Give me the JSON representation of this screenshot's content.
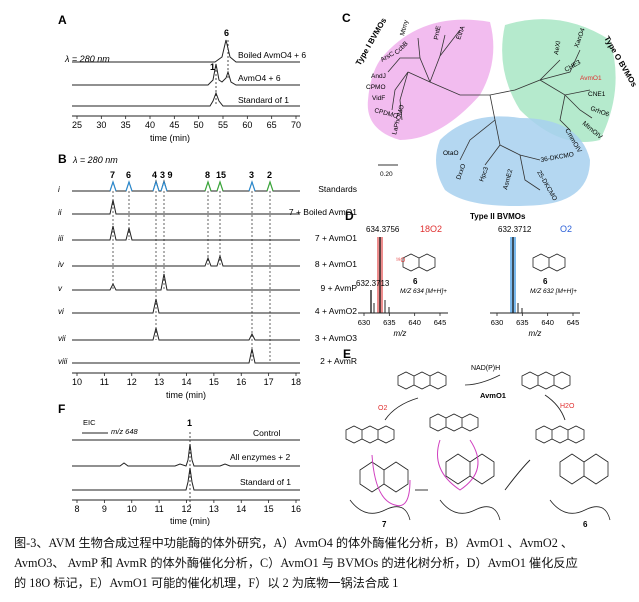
{
  "panelA": {
    "letter": "A",
    "wavelength_label": "λ = 280 nm",
    "peak_label": "6",
    "trace_labels": [
      "Boiled AvmO4 + 6",
      "AvmO4 + 6",
      "Standard of 1"
    ],
    "peak1_label": "1",
    "ticks": [
      "25",
      "30",
      "35",
      "40",
      "45",
      "50",
      "55",
      "60",
      "65",
      "70"
    ],
    "xlabel": "time (min)"
  },
  "panelB": {
    "letter": "B",
    "wavelength_label": "λ = 280 nm",
    "peak_labels": [
      "7",
      "6",
      "4",
      "3 9",
      "8",
      "15",
      "3",
      "2"
    ],
    "roman": [
      "i",
      "ii",
      "iii",
      "iv",
      "v",
      "vi",
      "vii",
      "viii"
    ],
    "trace_labels": [
      "Standards",
      "7 + Boiled AvmO1",
      "7 + AvmO1",
      "8 + AvmO1",
      "9 + AvmP",
      "4 + AvmO2",
      "3 + AvmO3",
      "2 + AvmR"
    ],
    "ticks": [
      "10",
      "11",
      "12",
      "13",
      "14",
      "15",
      "16",
      "17",
      "18"
    ],
    "xlabel": "time (min)"
  },
  "panelC": {
    "letter": "C",
    "type1": "Type I BVMOs",
    "type2": "Type II BVMOs",
    "typeO": "Type O BVMOs",
    "scale": "0.20",
    "leaves1": [
      "Mtmy",
      "PntE",
      "EthA",
      "ArsC",
      "CcbB",
      "AndJ",
      "CPMO",
      "VidF",
      "CPDMO",
      "LaPhOMO"
    ],
    "leaves2": [
      "OtaO",
      "DxxO",
      "Hpc3",
      "AsmE2",
      "36-DKCMO",
      "25-DKCMO"
    ],
    "leavesO": [
      "AeXl",
      "XanO4",
      "CHE3",
      "AvmO1",
      "CNE1",
      "GrhO6",
      "MtmOIV",
      "CmmOIV"
    ]
  },
  "panelD": {
    "letter": "D",
    "left": {
      "peak1": "634.3756",
      "peak2": "632.3713",
      "iso": "18O2",
      "compound": "6",
      "mz": "M/Z 634 [M+H]+"
    },
    "right": {
      "peak1": "632.3712",
      "iso": "O2",
      "compound": "6",
      "mz": "M/Z 632 [M+H]+"
    },
    "ticks_left": [
      "630",
      "635",
      "640",
      "645"
    ],
    "ticks_right": [
      "630",
      "635",
      "640",
      "645"
    ],
    "xlabel": "m/z"
  },
  "panelE": {
    "letter": "E",
    "cofactor": "NAD(P)H",
    "enzyme": "AvmO1",
    "o2": "O2",
    "h2o": "H2O",
    "compound_left": "7",
    "compound_right": "6"
  },
  "panelF": {
    "letter": "F",
    "eic": "EIC",
    "mz": "m/z 648",
    "peak_label": "1",
    "trace_labels": [
      "Control",
      "All enzymes + 2",
      "Standard of 1"
    ],
    "ticks": [
      "8",
      "9",
      "10",
      "11",
      "12",
      "13",
      "14",
      "15",
      "16"
    ],
    "xlabel": "time (min)"
  },
  "caption": {
    "line1": "图-3、AVM 生物合成过程中功能酶的体外研究，A）AvmO4 的体外酶催化分析，B）AvmO1 、AvmO2 、",
    "line2": "AvmO3、 AvmP 和 AvmR 的体外酶催化分析，C）AvmO1 与 BVMOs 的进化树分析，D）AvmO1 催化反应",
    "line3": "的 18O 标记，E）AvmO1 可能的催化机理，F）以 2 为底物一锅法合成 1"
  },
  "colors": {
    "pink": "#f0b0ec",
    "green": "#a8e6c4",
    "blue": "#a7d0ef",
    "red": "#e03030",
    "cyan": "#2a8fd8",
    "magenta": "#d040c0"
  }
}
